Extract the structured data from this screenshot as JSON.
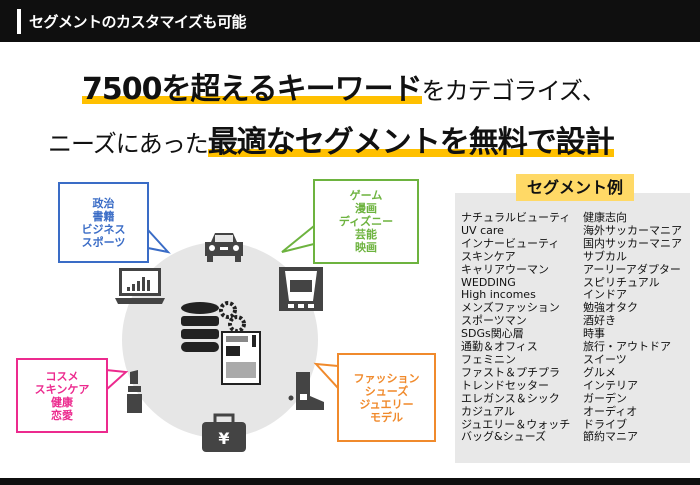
{
  "header": {
    "title": "セグメントのカスタマイズも可能"
  },
  "headline": {
    "line1_bold": "7500を超えるキーワード",
    "line1_rest": "をカテゴライズ、",
    "line2_rest": "ニーズにあった",
    "line2_bold": "最適なセグメントを無料で設計"
  },
  "bubbles": {
    "blue": {
      "color": "#3a6cc6",
      "items": [
        "政治",
        "書籍",
        "ビジネス",
        "スポーツ"
      ]
    },
    "green": {
      "color": "#6db33f",
      "items": [
        "ゲーム",
        "漫画",
        "ディズニー",
        "芸能",
        "映画"
      ]
    },
    "pink": {
      "color": "#ec2a8e",
      "items": [
        "コスメ",
        "スキンケア",
        "健康",
        "恋愛"
      ]
    },
    "orange": {
      "color": "#f08a2c",
      "items": [
        "ファッション",
        "シューズ",
        "ジュエリー",
        "モデル"
      ]
    }
  },
  "icons": [
    "car-icon",
    "theater-icon",
    "laptop-chart-icon",
    "boot-icon",
    "lipstick-icon",
    "yen-briefcase-icon",
    "database-gear-icon"
  ],
  "segments": {
    "title": "セグメント例",
    "col1": [
      "ナチュラルビューティ",
      "UV care",
      "インナービューティ",
      "スキンケア",
      "キャリアウーマン",
      "WEDDING",
      "High incomes",
      "メンズファッション",
      "スポーツマン",
      "SDGs関心層",
      "通勤＆オフィス",
      "フェミニン",
      "ファスト＆プチプラ",
      "トレンドセッター",
      "エレガンス＆シック",
      "カジュアル",
      "ジュエリー＆ウォッチ",
      "バッグ&シューズ"
    ],
    "col2": [
      "健康志向",
      "海外サッカーマニア",
      "国内サッカーマニア",
      "サブカル",
      "アーリーアダプター",
      "スピリチュアル",
      "インドア",
      "勉強オタク",
      "酒好き",
      "時事",
      "旅行・アウトドア",
      "スイーツ",
      "グルメ",
      "インテリア",
      "ガーデン",
      "オーディオ",
      "ドライブ",
      "節約マニア"
    ]
  }
}
